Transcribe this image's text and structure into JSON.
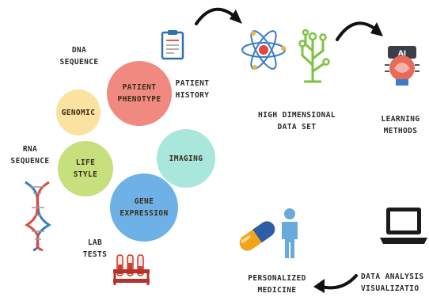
{
  "diagram": {
    "circles": [
      {
        "label": "PATIENT\nPHENOTYPE",
        "color": "#f08a80"
      },
      {
        "label": "GENOMIC",
        "color": "#fae3a0"
      },
      {
        "label": "LIFE\nSTYLE",
        "color": "#c7e07e"
      },
      {
        "label": "IMAGING",
        "color": "#a9e7dd"
      },
      {
        "label": "GENE\nEXPRESSION",
        "color": "#6eb1e6"
      }
    ],
    "labels": {
      "dna_sequence": "DNA\nSEQUENCE",
      "patient_history": "PATIENT\nHISTORY",
      "rna_sequence": "RNA\nSEQUENCE",
      "lab_tests": "LAB\nTESTS",
      "high_dimensional": "HIGH DIMENSIONAL\nDATA SET",
      "learning_methods": "LEARNING\nMETHODS",
      "data_analysis": "DATA ANALYSIS\nVISUALIZATIO",
      "personalized_medicine": "PERSONALIZED\nMEDICINE"
    },
    "icons": [
      "clipboard-icon",
      "atom-icon",
      "circuit-tree-icon",
      "brain-chip-icon",
      "dna-helix-icon",
      "test-tubes-icon",
      "pill-capsule-icon",
      "person-icon",
      "laptop-icon"
    ]
  }
}
